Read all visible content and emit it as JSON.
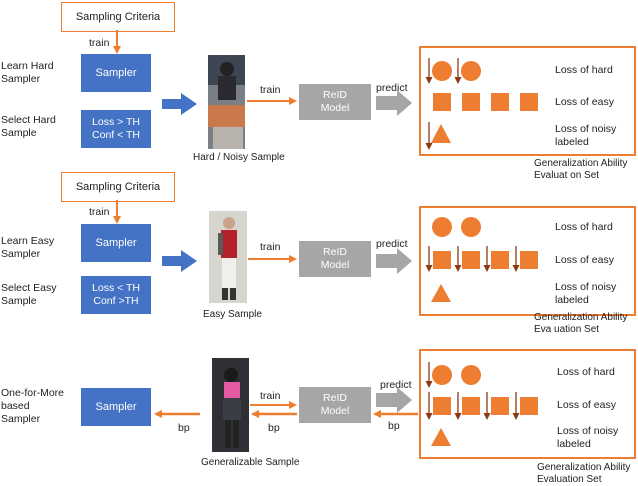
{
  "colors": {
    "orange": "#ED7D31",
    "blue": "#4472C4",
    "gray": "#A6A6A6"
  },
  "row1": {
    "criteria": "Sampling Criteria",
    "train_top": "train",
    "left_label": [
      "Learn Hard",
      "Sampler"
    ],
    "sampler": "Sampler",
    "select_label": [
      "Select Hard",
      "Sample"
    ],
    "cond": [
      "Loss > TH",
      "Conf < TH"
    ],
    "sample_caption": "Hard / Noisy Sample",
    "train": "train",
    "model": [
      "ReID",
      "Model"
    ],
    "predict": "predict",
    "loss_hard": "Loss of hard",
    "loss_easy": "Loss of easy",
    "loss_noisy": [
      "Loss of noisy",
      "labeled"
    ],
    "eval_caption": [
      "Generalization Ability",
      "Evaluat on Set"
    ]
  },
  "row2": {
    "criteria": "Sampling Criteria",
    "train_top": "train",
    "left_label": [
      "Learn Easy",
      "Sampler"
    ],
    "sampler": "Sampler",
    "select_label": [
      "Select Easy",
      "Sample"
    ],
    "cond": [
      "Loss < TH",
      "Conf >TH"
    ],
    "sample_caption": "Easy Sample",
    "train": "train",
    "model": [
      "ReID",
      "Model"
    ],
    "predict": "predict",
    "loss_hard": "Loss of hard",
    "loss_easy": "Loss of easy",
    "loss_noisy": [
      "Loss of noisy",
      "labeled"
    ],
    "eval_caption": [
      "Generalization Ability",
      "Eva uation Set"
    ]
  },
  "row3": {
    "left_label": [
      "One-for-More",
      "based",
      "Sampler"
    ],
    "sampler": "Sampler",
    "sample_caption": "Generalizable Sample",
    "train": "train",
    "model": [
      "ReID",
      "Model"
    ],
    "predict": "predict",
    "bp_left": "bp",
    "bp_mid": "bp",
    "bp_right": "bp",
    "loss_hard": "Loss of hard",
    "loss_easy": "Loss of easy",
    "loss_noisy": [
      "Loss of noisy",
      "labeled"
    ],
    "eval_caption": [
      "Generalization Ability",
      "Evaluation Set"
    ]
  }
}
